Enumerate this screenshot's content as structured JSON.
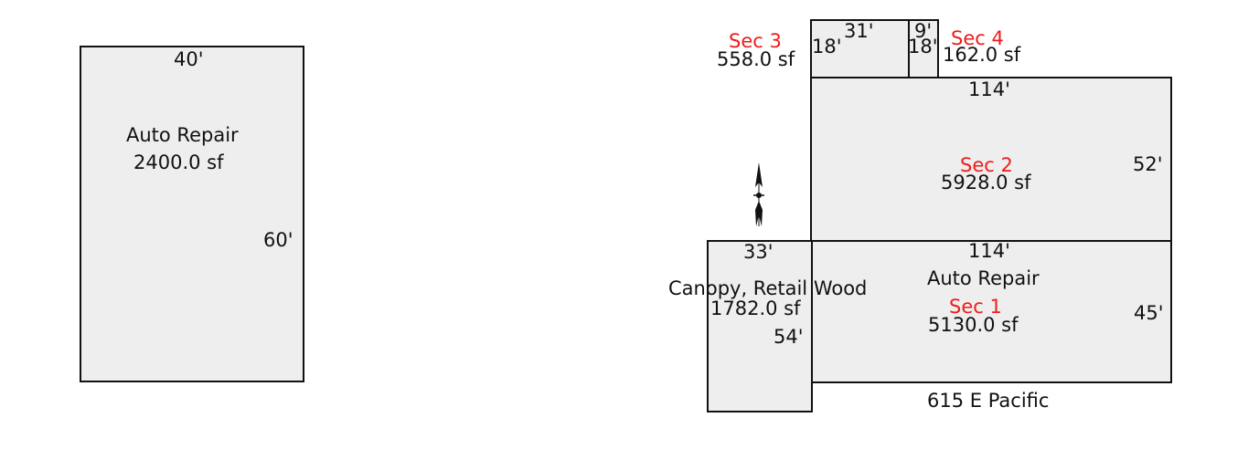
{
  "left_building": {
    "label": "Auto Repair",
    "area": "2400.0 sf",
    "width": "40'",
    "depth": "60'"
  },
  "right_building": {
    "sec3": {
      "label": "Sec 3",
      "area": "558.0 sf",
      "width": "31'",
      "depth": "18'"
    },
    "sec4": {
      "label": "Sec 4",
      "area": "162.0 sf",
      "width": "9'",
      "depth": "18'"
    },
    "sec2": {
      "label": "Sec 2",
      "area": "5928.0 sf",
      "width": "114'",
      "depth": "52'"
    },
    "sec1": {
      "use": "Auto Repair",
      "label": "Sec 1",
      "area": "5130.0 sf",
      "width": "114'",
      "depth": "45'"
    },
    "canopy": {
      "label": "Canopy, Retail Wood",
      "area": "1782.0 sf",
      "width": "33'",
      "depth": "54'"
    },
    "address": "615 E Pacific"
  },
  "colors": {
    "section_label": "#ee1c1c",
    "fill": "#eeeeee"
  }
}
